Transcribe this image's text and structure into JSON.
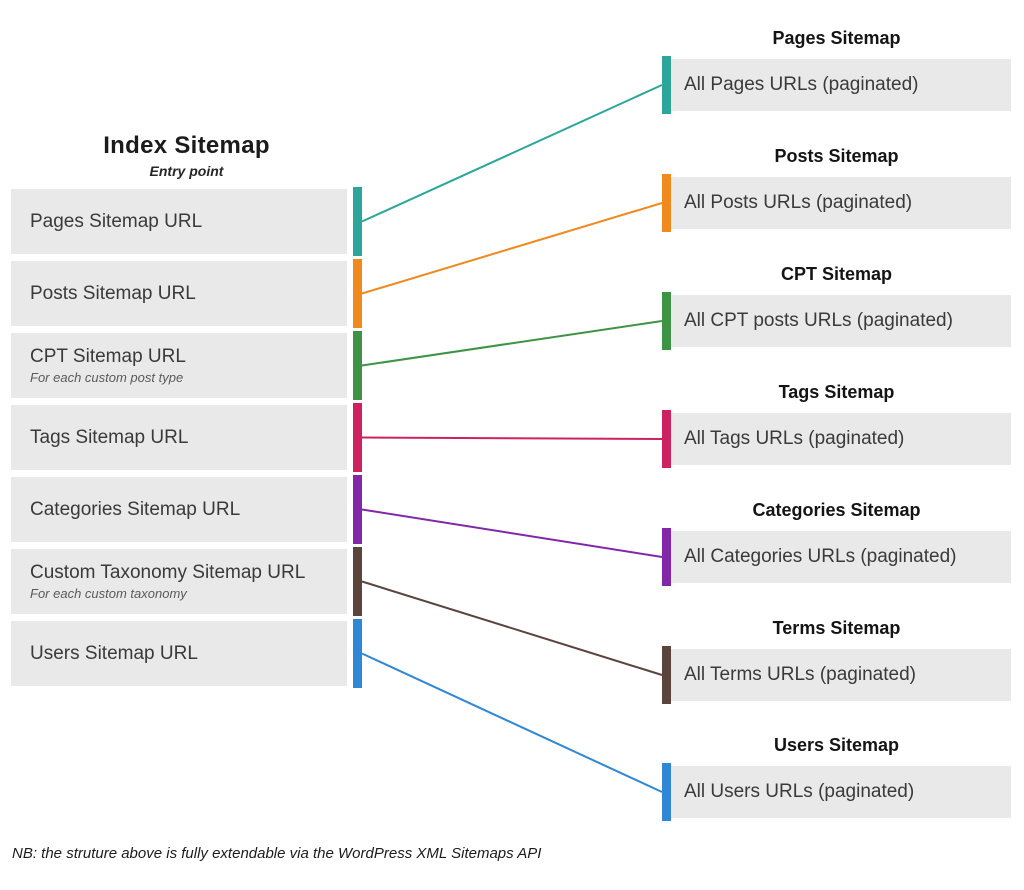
{
  "diagram": {
    "left": {
      "title": "Index Sitemap",
      "subtitle": "Entry point",
      "items": [
        {
          "label": "Pages Sitemap URL",
          "color": "#2CA69B"
        },
        {
          "label": "Posts Sitemap URL",
          "color": "#F08A1E"
        },
        {
          "label": "CPT Sitemap URL",
          "note": "For each custom post type",
          "color": "#3E9345"
        },
        {
          "label": "Tags Sitemap URL",
          "color": "#CE2162"
        },
        {
          "label": "Categories Sitemap URL",
          "color": "#8127A8"
        },
        {
          "label": "Custom Taxonomy Sitemap URL",
          "note": "For each custom taxonomy",
          "color": "#5A443B"
        },
        {
          "label": "Users Sitemap URL",
          "color": "#2F87D5"
        }
      ]
    },
    "right": {
      "items": [
        {
          "title": "Pages Sitemap",
          "label": "All Pages URLs (paginated)",
          "color": "#2CA69B"
        },
        {
          "title": "Posts Sitemap",
          "label": "All Posts URLs (paginated)",
          "color": "#F08A1E"
        },
        {
          "title": "CPT Sitemap",
          "label": "All CPT posts URLs (paginated)",
          "color": "#3E9345"
        },
        {
          "title": "Tags Sitemap",
          "label": "All Tags URLs (paginated)",
          "color": "#CE2162"
        },
        {
          "title": "Categories Sitemap",
          "label": "All Categories URLs (paginated)",
          "color": "#8127A8"
        },
        {
          "title": "Terms Sitemap",
          "label": "All Terms URLs (paginated)",
          "color": "#5A443B"
        },
        {
          "title": "Users Sitemap",
          "label": "All Users URLs (paginated)",
          "color": "#2F87D5"
        }
      ]
    },
    "footer_note": "NB: the struture above is fully extendable via the WordPress XML Sitemaps API"
  }
}
